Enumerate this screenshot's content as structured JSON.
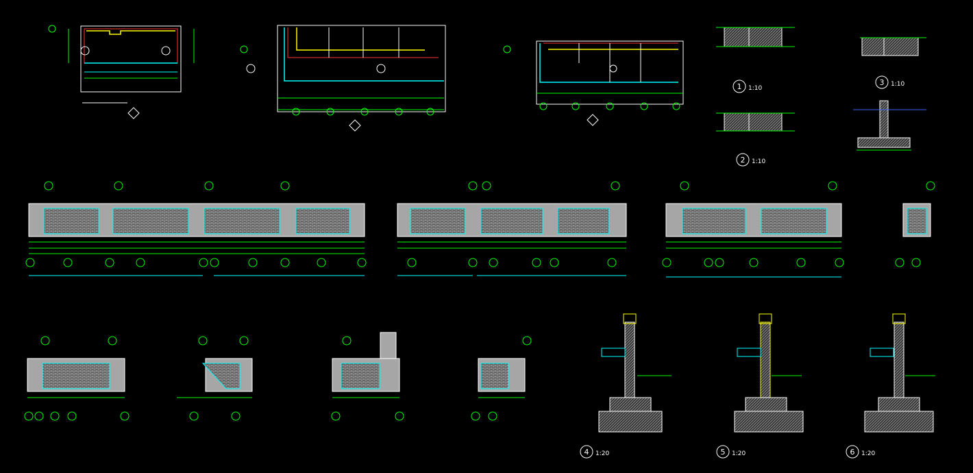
{
  "detail_scales": {
    "d1": "1:10",
    "d2": "1:10",
    "d3": "1:10",
    "d4": "1:20",
    "d5": "1:20",
    "d6": "1:20"
  },
  "detail_numbers": {
    "d1": "1",
    "d2": "2",
    "d3": "3",
    "d4": "4",
    "d5": "5",
    "d6": "6"
  },
  "colors": {
    "background": "#000000",
    "dimension": "#00ff00",
    "wall_fill": "#a6a6a6",
    "brick_panel": "#8c8c8c",
    "outline_cyan": "#00ffff",
    "outline_white": "#ffffff",
    "accent_red": "#ff0000",
    "accent_yellow": "#ffff00",
    "accent_blue": "#3366ff"
  }
}
